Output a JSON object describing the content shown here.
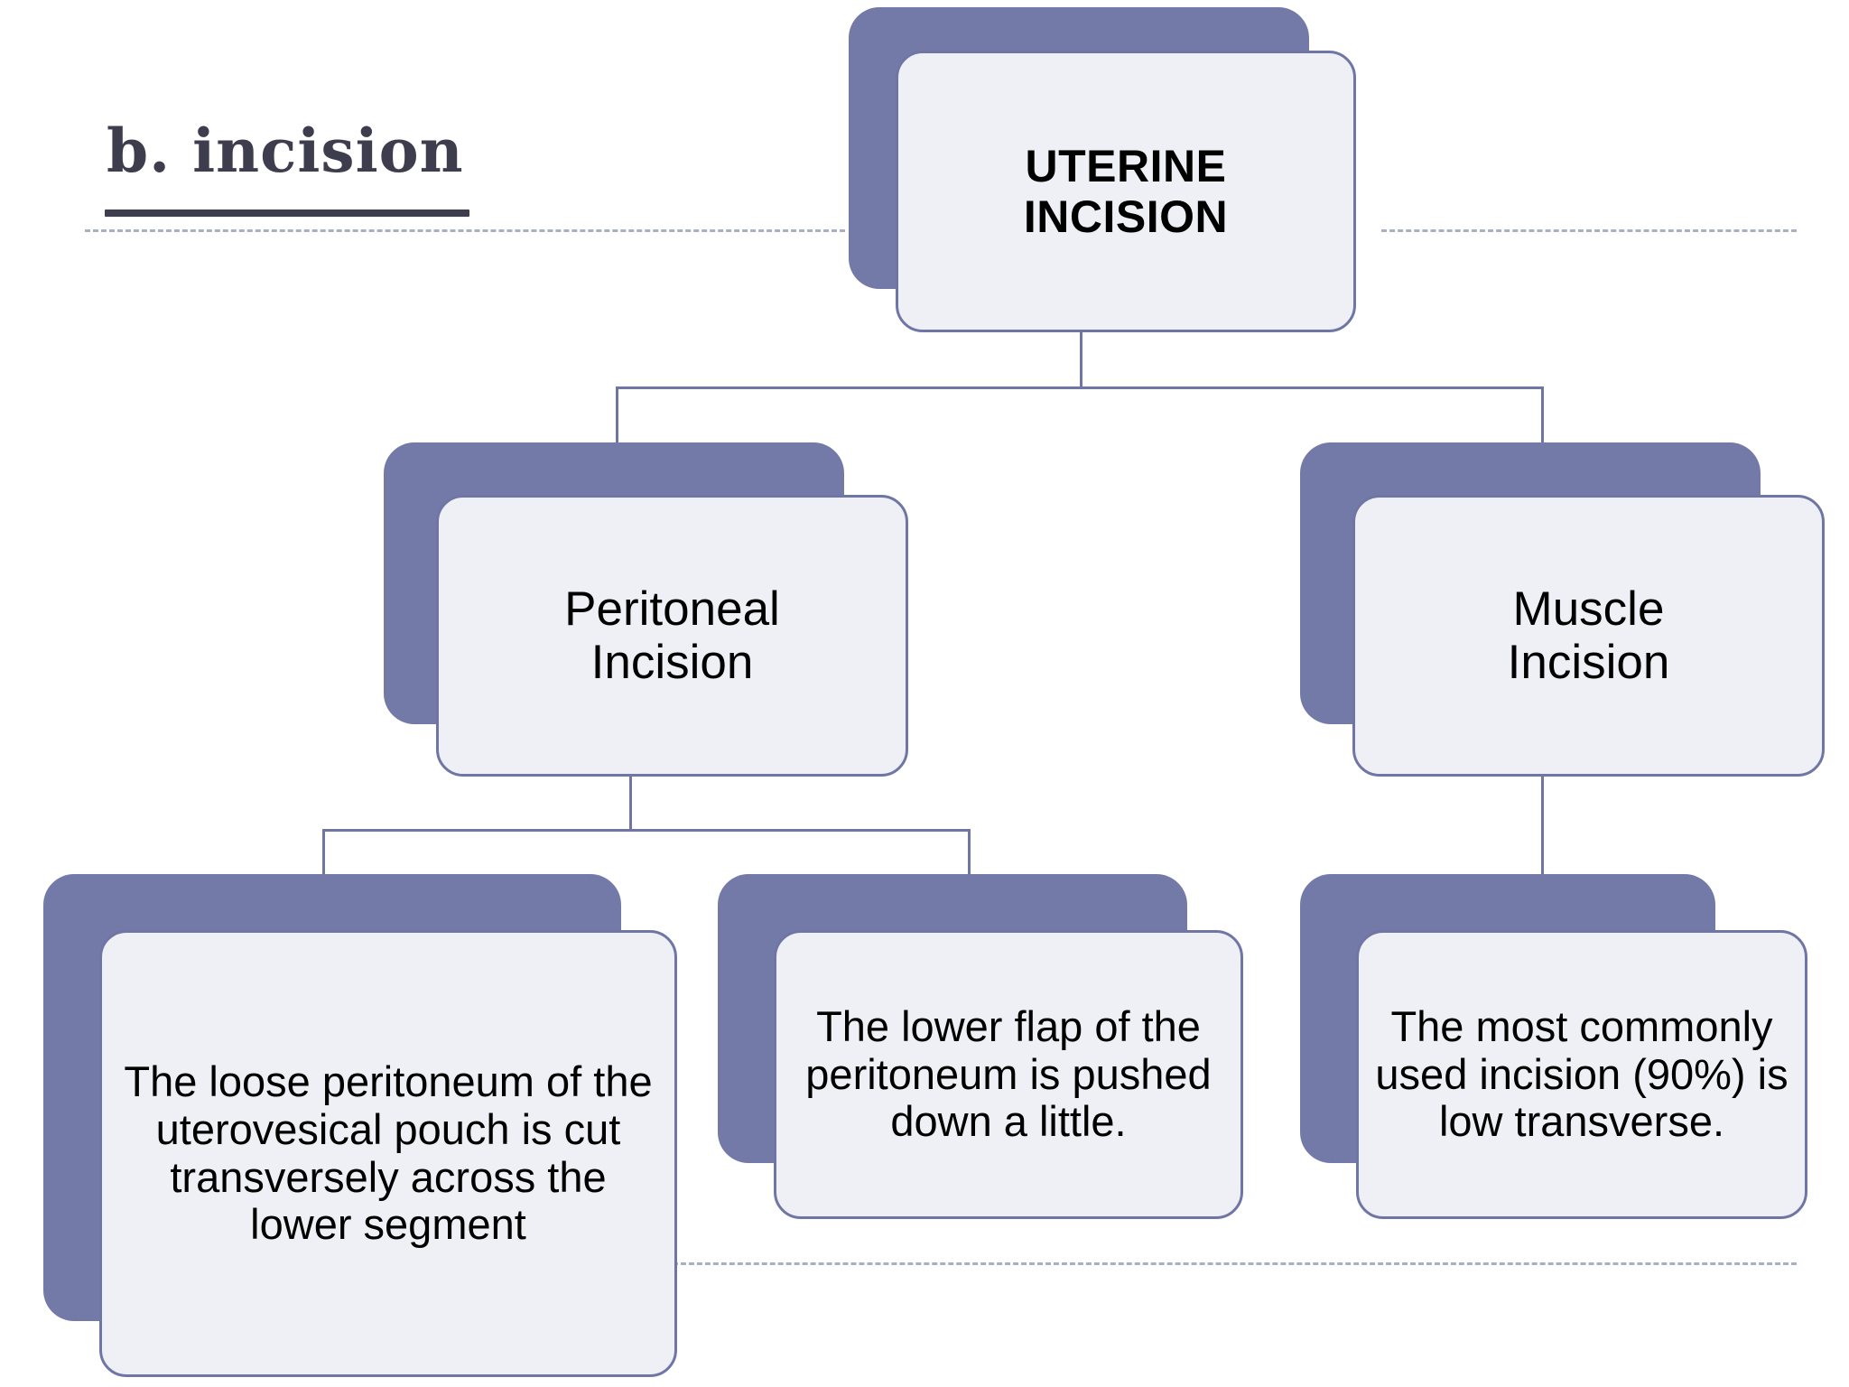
{
  "page": {
    "background": "#ffffff",
    "accent_purple": "#747aa8",
    "border_purple": "#6f76a6",
    "face_fill": "#eef0f5",
    "heading_color": "#3e3d4d",
    "dash_color": "#9aa3b8"
  },
  "heading": {
    "text": "b. incision"
  },
  "diagram": {
    "type": "tree",
    "root": {
      "id": "uterine-incision",
      "label": "UTERINE\nINCISION",
      "label_line1": "UTERINE",
      "label_line2": "INCISION"
    },
    "level2": [
      {
        "id": "peritoneal-incision",
        "label_line1": "Peritoneal",
        "label_line2": "Incision"
      },
      {
        "id": "muscle-incision",
        "label_line1": "Muscle",
        "label_line2": "Incision"
      }
    ],
    "level3": [
      {
        "id": "loose-peritoneum",
        "parent": "peritoneal-incision",
        "label": "The loose peritoneum of the uterovesical pouch is cut transversely across the lower segment"
      },
      {
        "id": "lower-flap",
        "parent": "peritoneal-incision",
        "label": "The lower flap of the peritoneum is pushed down a little."
      },
      {
        "id": "most-common",
        "parent": "muscle-incision",
        "label": "The most commonly used incision (90%) is low transverse."
      }
    ]
  }
}
